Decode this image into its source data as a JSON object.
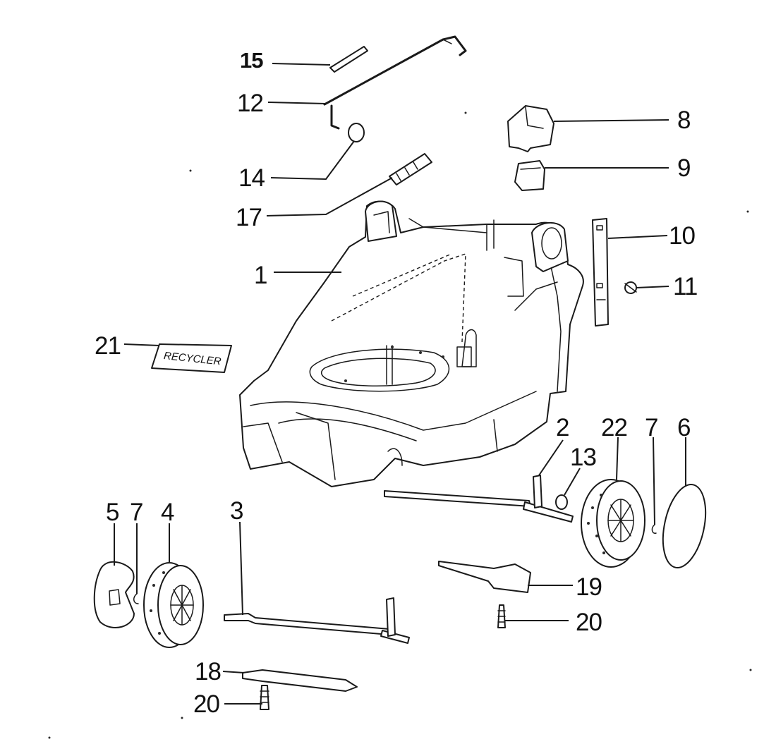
{
  "diagram": {
    "recycler_label_text": "RECYCLER",
    "callouts": [
      {
        "id": "15",
        "label": "15"
      },
      {
        "id": "12",
        "label": "12"
      },
      {
        "id": "14",
        "label": "14"
      },
      {
        "id": "17",
        "label": "17"
      },
      {
        "id": "1",
        "label": "1"
      },
      {
        "id": "21",
        "label": "21"
      },
      {
        "id": "8",
        "label": "8"
      },
      {
        "id": "9",
        "label": "9"
      },
      {
        "id": "10",
        "label": "10"
      },
      {
        "id": "11",
        "label": "11"
      },
      {
        "id": "2",
        "label": "2"
      },
      {
        "id": "22",
        "label": "22"
      },
      {
        "id": "7-right",
        "label": "7"
      },
      {
        "id": "6",
        "label": "6"
      },
      {
        "id": "13",
        "label": "13"
      },
      {
        "id": "5",
        "label": "5"
      },
      {
        "id": "7-left",
        "label": "7"
      },
      {
        "id": "4",
        "label": "4"
      },
      {
        "id": "3",
        "label": "3"
      },
      {
        "id": "19",
        "label": "19"
      },
      {
        "id": "20-right",
        "label": "20"
      },
      {
        "id": "18",
        "label": "18"
      },
      {
        "id": "20-left",
        "label": "20"
      }
    ]
  }
}
